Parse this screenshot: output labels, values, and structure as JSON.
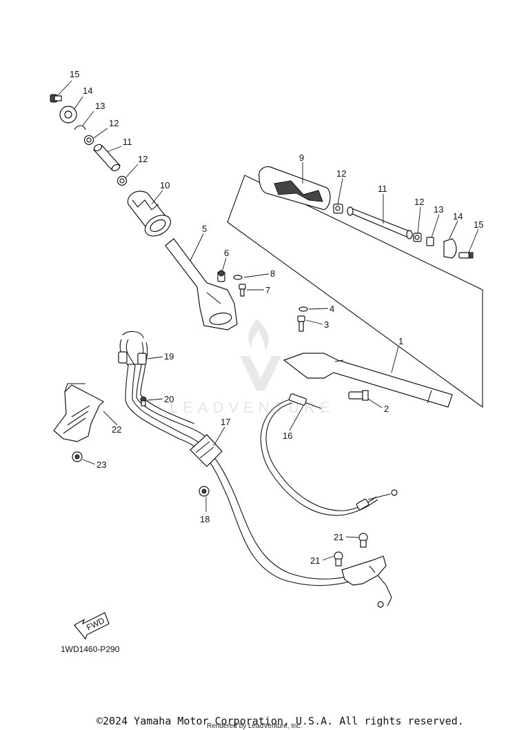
{
  "diagram": {
    "part_code": "1WD1460-P290",
    "fwd_label": "FWD",
    "watermark": "LEADVENTURE",
    "copyright": "©2024 Yamaha Motor Corporation, U.S.A. All rights reserved.",
    "rendered_by": "Rendered by LeadVenture, Inc.",
    "callouts": [
      {
        "id": "c15a",
        "label": "15"
      },
      {
        "id": "c14a",
        "label": "14"
      },
      {
        "id": "c13a",
        "label": "13"
      },
      {
        "id": "c12a",
        "label": "12"
      },
      {
        "id": "c11a",
        "label": "11"
      },
      {
        "id": "c12b",
        "label": "12"
      },
      {
        "id": "c10",
        "label": "10"
      },
      {
        "id": "c9",
        "label": "9"
      },
      {
        "id": "c12c",
        "label": "12"
      },
      {
        "id": "c11b",
        "label": "11"
      },
      {
        "id": "c12d",
        "label": "12"
      },
      {
        "id": "c13b",
        "label": "13"
      },
      {
        "id": "c14b",
        "label": "14"
      },
      {
        "id": "c15b",
        "label": "15"
      },
      {
        "id": "c5",
        "label": "5"
      },
      {
        "id": "c6",
        "label": "6"
      },
      {
        "id": "c8",
        "label": "8"
      },
      {
        "id": "c7",
        "label": "7"
      },
      {
        "id": "c4",
        "label": "4"
      },
      {
        "id": "c3",
        "label": "3"
      },
      {
        "id": "c1",
        "label": "1"
      },
      {
        "id": "c2",
        "label": "2"
      },
      {
        "id": "c19",
        "label": "19"
      },
      {
        "id": "c20",
        "label": "20"
      },
      {
        "id": "c22",
        "label": "22"
      },
      {
        "id": "c17",
        "label": "17"
      },
      {
        "id": "c16",
        "label": "16"
      },
      {
        "id": "c23",
        "label": "23"
      },
      {
        "id": "c18",
        "label": "18"
      },
      {
        "id": "c21a",
        "label": "21"
      },
      {
        "id": "c21b",
        "label": "21"
      }
    ]
  }
}
